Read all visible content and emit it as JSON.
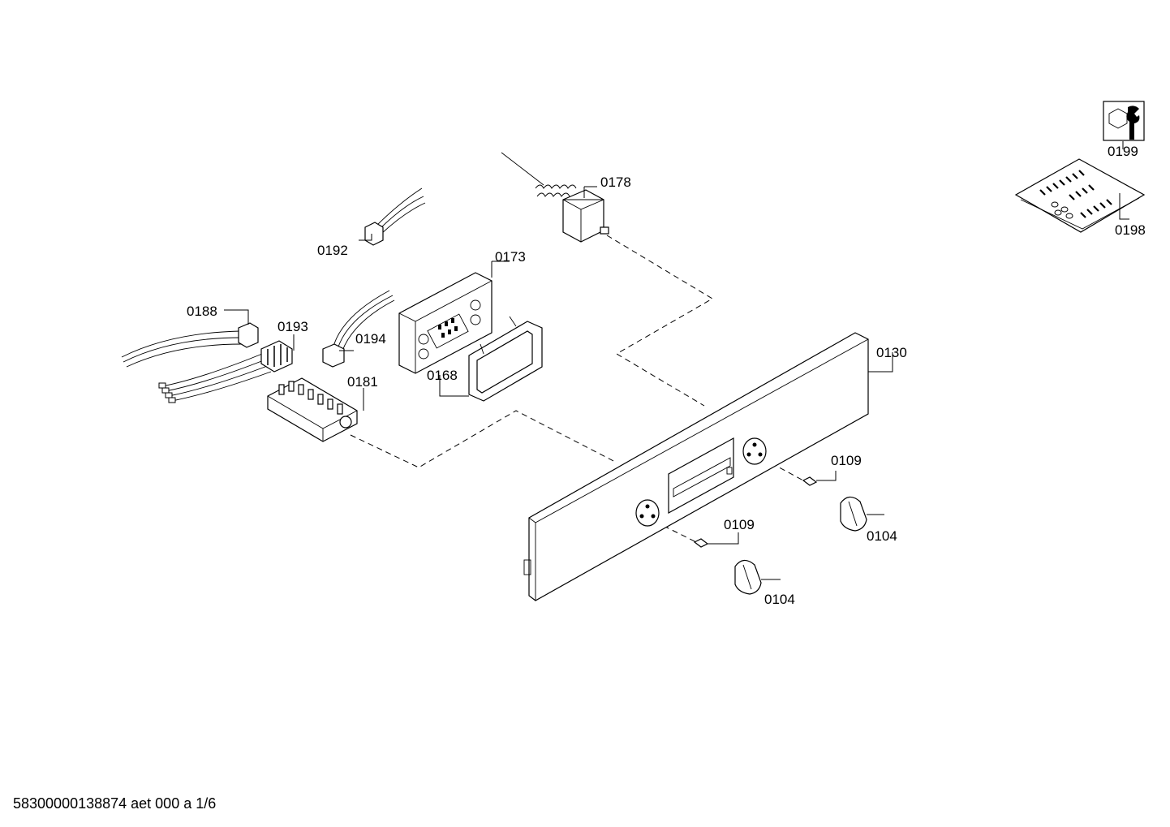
{
  "parts": [
    {
      "id": "p0199",
      "label": "0199",
      "icon": "tool-icon"
    },
    {
      "id": "p0198",
      "label": "0198",
      "icon": "screw-bag-icon"
    },
    {
      "id": "p0178",
      "label": "0178",
      "icon": "thermostat-icon"
    },
    {
      "id": "p0192",
      "label": "0192",
      "icon": "cable-icon"
    },
    {
      "id": "p0173",
      "label": "0173",
      "icon": "module-frame-icon"
    },
    {
      "id": "p0188",
      "label": "0188",
      "icon": "connector-icon"
    },
    {
      "id": "p0193",
      "label": "0193",
      "icon": "connector-icon"
    },
    {
      "id": "p0194",
      "label": "0194",
      "icon": "cable-icon"
    },
    {
      "id": "p0181",
      "label": "0181",
      "icon": "terminal-block-icon"
    },
    {
      "id": "p0168",
      "label": "0168",
      "icon": "frame-icon"
    },
    {
      "id": "p0130",
      "label": "0130",
      "icon": "control-panel-icon"
    },
    {
      "id": "p0109a",
      "label": "0109",
      "icon": "spring-clip-icon"
    },
    {
      "id": "p0109b",
      "label": "0109",
      "icon": "spring-clip-icon"
    },
    {
      "id": "p0104a",
      "label": "0104",
      "icon": "knob-icon"
    },
    {
      "id": "p0104b",
      "label": "0104",
      "icon": "knob-icon"
    }
  ],
  "footer": {
    "text": "58300000138874 aet 000 a 1/6"
  }
}
